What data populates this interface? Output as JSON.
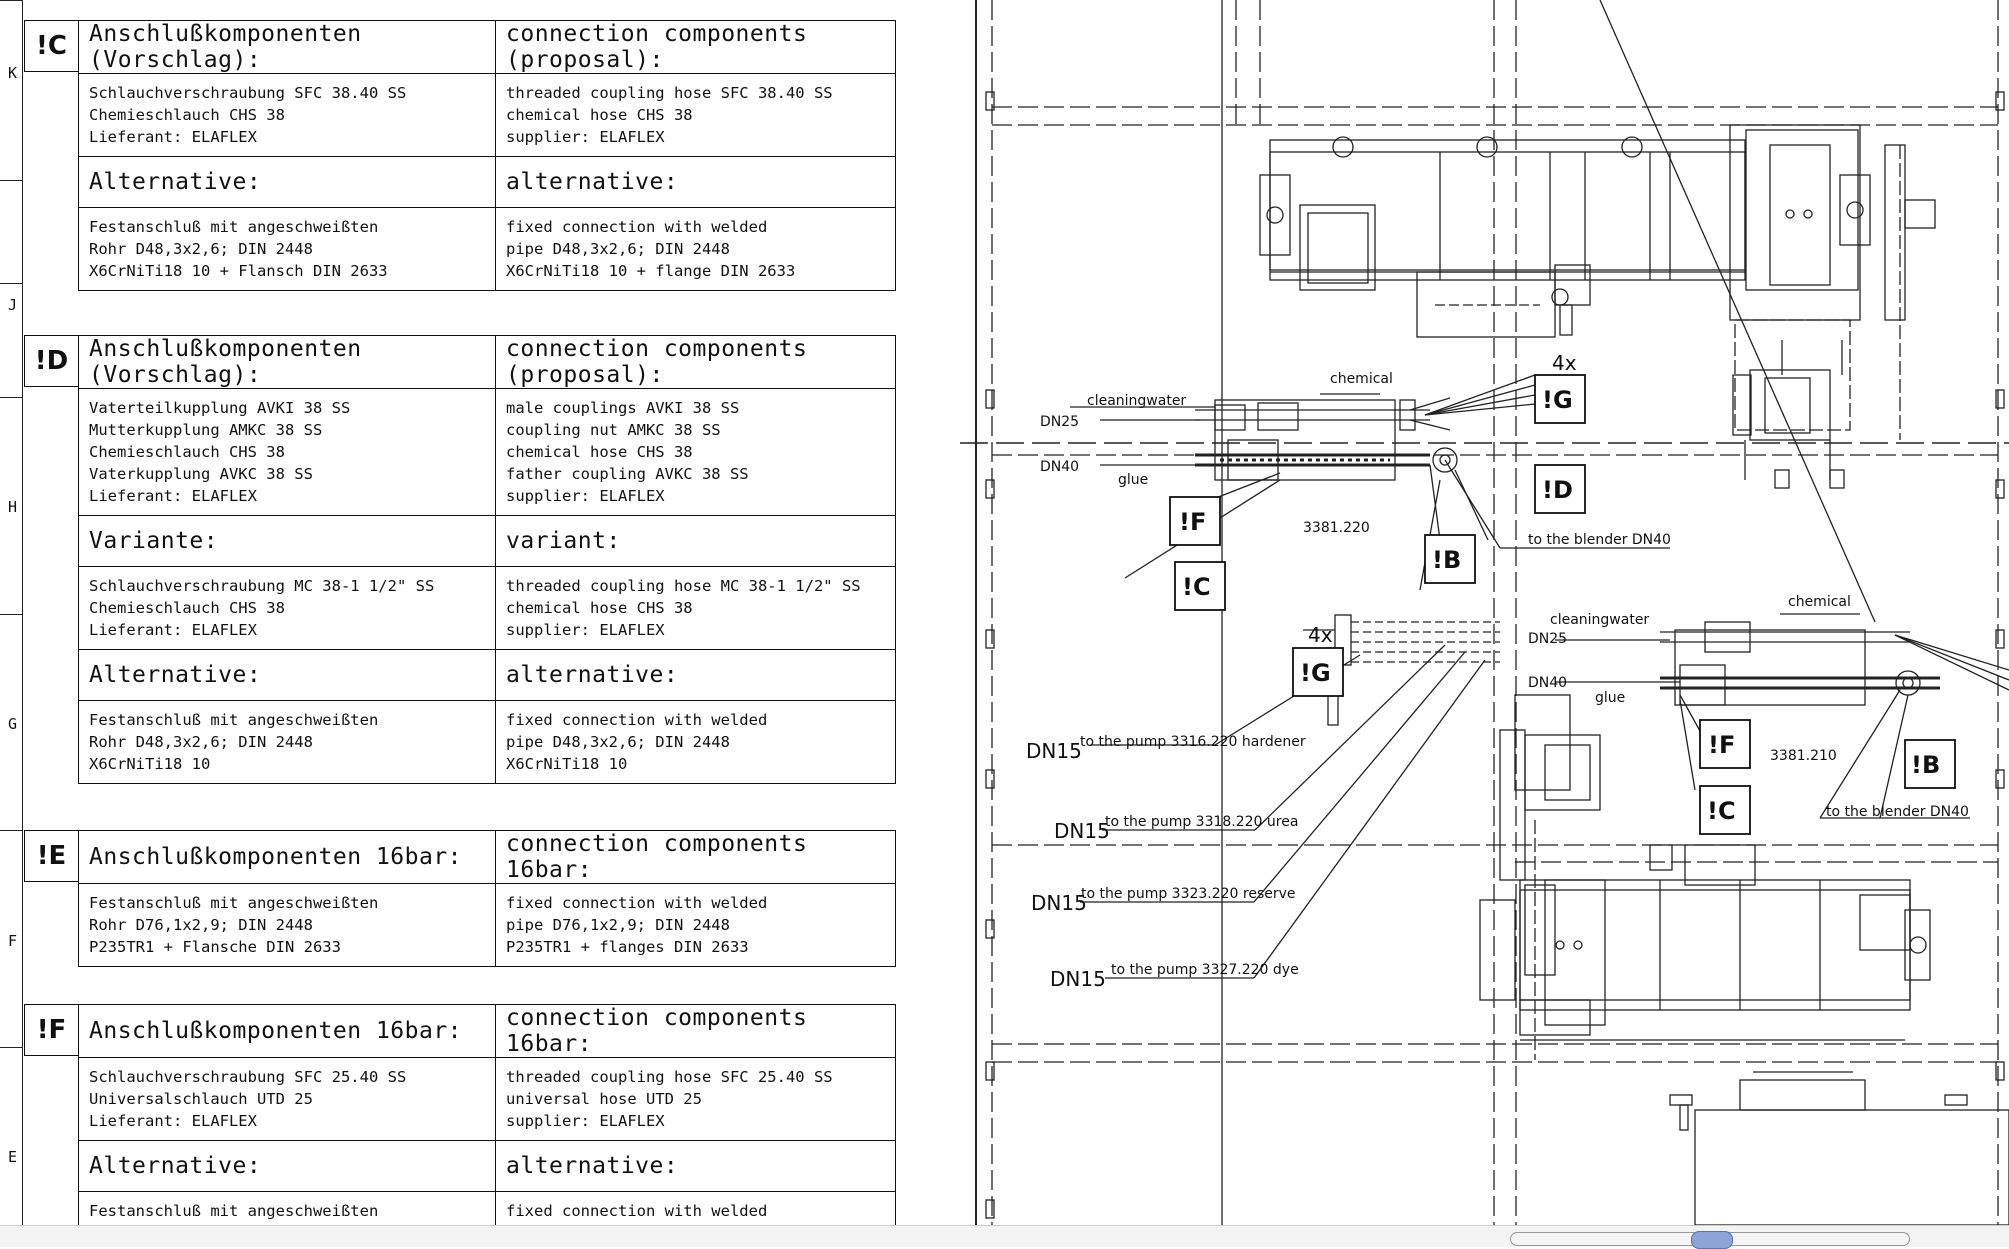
{
  "ruler_letters": [
    "K",
    "J",
    "H",
    "G",
    "F",
    "E"
  ],
  "specs": [
    {
      "id": "!C",
      "rows": [
        {
          "kind": "head",
          "de": "Anschlußkomponenten (Vorschlag):",
          "en": "connection components (proposal):"
        },
        {
          "kind": "body",
          "de": [
            "Schlauchverschraubung SFC 38.40 SS",
            "Chemieschlauch CHS 38",
            "Lieferant: ELAFLEX"
          ],
          "en": [
            "threaded coupling hose SFC 38.40 SS",
            "chemical hose CHS 38",
            "supplier: ELAFLEX"
          ]
        },
        {
          "kind": "head",
          "de": "Alternative:",
          "en": "alternative:"
        },
        {
          "kind": "body",
          "de": [
            "Festanschluß mit angeschweißten",
            "Rohr D48,3x2,6; DIN 2448",
            "X6CrNiTi18 10 + Flansch DIN 2633"
          ],
          "en": [
            "fixed connection with welded",
            "pipe D48,3x2,6; DIN 2448",
            "X6CrNiTi18 10 + flange DIN 2633"
          ]
        }
      ]
    },
    {
      "id": "!D",
      "rows": [
        {
          "kind": "head",
          "de": "Anschlußkomponenten (Vorschlag):",
          "en": "connection components (proposal):"
        },
        {
          "kind": "body",
          "de": [
            "Vaterteilkupplung AVKI 38 SS",
            "Mutterkupplung AMKC 38 SS",
            "Chemieschlauch CHS 38",
            "Vaterkupplung AVKC 38 SS",
            "Lieferant: ELAFLEX"
          ],
          "en": [
            "male couplings AVKI 38 SS",
            "coupling nut AMKC 38 SS",
            "chemical hose CHS 38",
            "father coupling AVKC 38 SS",
            "supplier: ELAFLEX"
          ]
        },
        {
          "kind": "head",
          "de": "Variante:",
          "en": "variant:"
        },
        {
          "kind": "body",
          "de": [
            "Schlauchverschraubung MC 38-1 1/2\" SS",
            "Chemieschlauch CHS 38",
            "Lieferant: ELAFLEX"
          ],
          "en": [
            "threaded coupling hose MC 38-1 1/2\" SS",
            "chemical hose CHS 38",
            "supplier: ELAFLEX"
          ]
        },
        {
          "kind": "head",
          "de": "Alternative:",
          "en": "alternative:"
        },
        {
          "kind": "body",
          "de": [
            "Festanschluß mit angeschweißten",
            "Rohr D48,3x2,6; DIN 2448",
            "X6CrNiTi18 10"
          ],
          "en": [
            "fixed connection with welded",
            "pipe D48,3x2,6; DIN 2448",
            "X6CrNiTi18 10"
          ]
        }
      ]
    },
    {
      "id": "!E",
      "rows": [
        {
          "kind": "head",
          "de": "Anschlußkomponenten 16bar:",
          "en": "connection components 16bar:"
        },
        {
          "kind": "body",
          "de": [
            "Festanschluß mit angeschweißten",
            "Rohr D76,1x2,9; DIN 2448",
            "P235TR1 + Flansche DIN 2633"
          ],
          "en": [
            "fixed connection with welded",
            "pipe D76,1x2,9; DIN 2448",
            "P235TR1 + flanges DIN 2633"
          ]
        }
      ]
    },
    {
      "id": "!F",
      "rows": [
        {
          "kind": "head",
          "de": "Anschlußkomponenten 16bar:",
          "en": "connection components 16bar:"
        },
        {
          "kind": "body",
          "de": [
            "Schlauchverschraubung SFC 25.40 SS",
            "Universalschlauch UTD 25",
            "Lieferant: ELAFLEX"
          ],
          "en": [
            "threaded coupling hose SFC 25.40 SS",
            "universal hose UTD 25",
            "supplier: ELAFLEX"
          ]
        },
        {
          "kind": "head",
          "de": "Alternative:",
          "en": "alternative:"
        },
        {
          "kind": "body",
          "de": [
            "Festanschluß mit angeschweißten"
          ],
          "en": [
            "fixed connection with welded"
          ]
        }
      ]
    }
  ],
  "drawing": {
    "upper_unit": {
      "cleaningwater": "cleaningwater",
      "chemical": "chemical",
      "dn25": "DN25",
      "dn40": "DN40",
      "glue": "glue",
      "unit_no": "3381.220",
      "blender": "to the blender DN40",
      "count": "4x"
    },
    "lower_unit": {
      "cleaningwater": "cleaningwater",
      "chemical": "chemical",
      "dn25": "DN25",
      "dn40": "DN40",
      "glue": "glue",
      "unit_no": "3381.210",
      "blender": "to the blender DN40"
    },
    "pump_count": "4x",
    "pump_lines": [
      {
        "size": "DN15",
        "text": "to the pump 3316.220 hardener"
      },
      {
        "size": "DN15",
        "text": "to the pump 3318.220 urea"
      },
      {
        "size": "DN15",
        "text": "to the pump 3323.220 reserve"
      },
      {
        "size": "DN15",
        "text": "to the pump 3327.220 dye"
      }
    ],
    "tags": {
      "C": "!C",
      "D": "!D",
      "F": "!F",
      "B": "!B",
      "G": "!G"
    }
  }
}
